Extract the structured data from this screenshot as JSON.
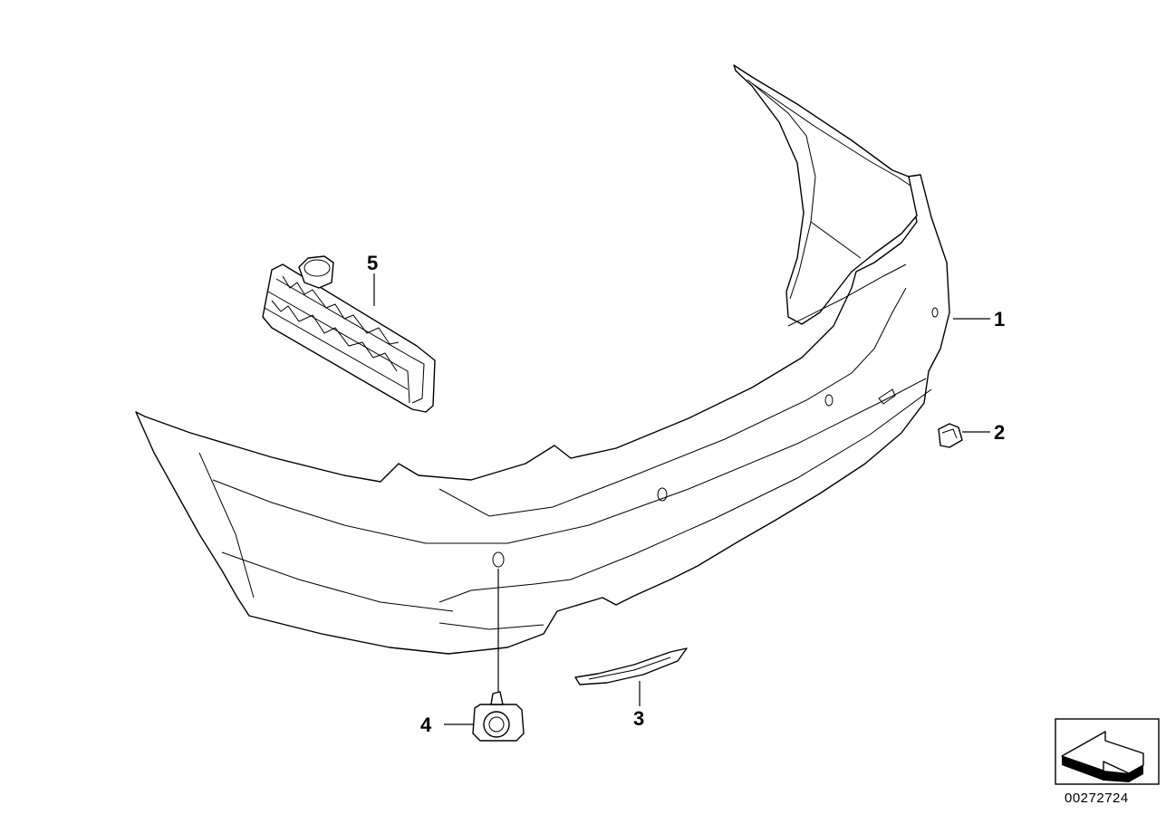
{
  "callouts": [
    {
      "id": "1",
      "label": "1"
    },
    {
      "id": "2",
      "label": "2"
    },
    {
      "id": "3",
      "label": "3"
    },
    {
      "id": "4",
      "label": "4"
    },
    {
      "id": "5",
      "label": "5"
    }
  ],
  "document_number": "00272724",
  "orientation_icon": "arrow-icon"
}
